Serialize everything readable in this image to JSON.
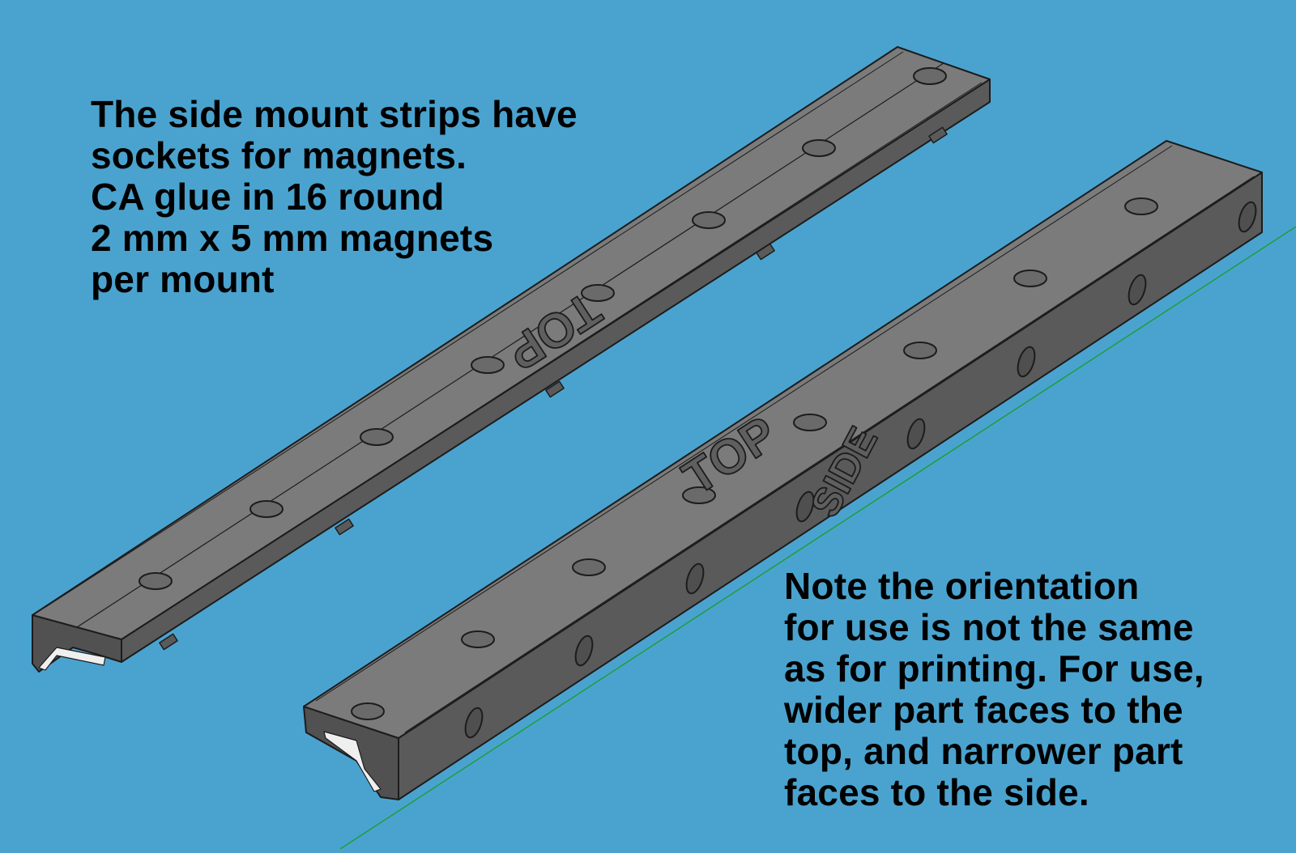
{
  "captions": {
    "left": "The side mount strips have\nsockets for magnets.\nCA glue in 16 round\n2 mm x 5 mm magnets\nper mount",
    "right": "Note the orientation\nfor use is not the same\nas for printing. For use,\nwider part faces to the\ntop, and narrower part\nfaces to the side."
  },
  "strip_labels": {
    "strip1_top": "TOP",
    "strip2_top": "TOP",
    "strip2_side": "SIDE"
  },
  "colors": {
    "background": "#4aa3cf",
    "part_top": "#7b7b7b",
    "part_side": "#5a5a5a",
    "edge": "#1c1c1c",
    "ground_line": "#1f9e3a"
  }
}
